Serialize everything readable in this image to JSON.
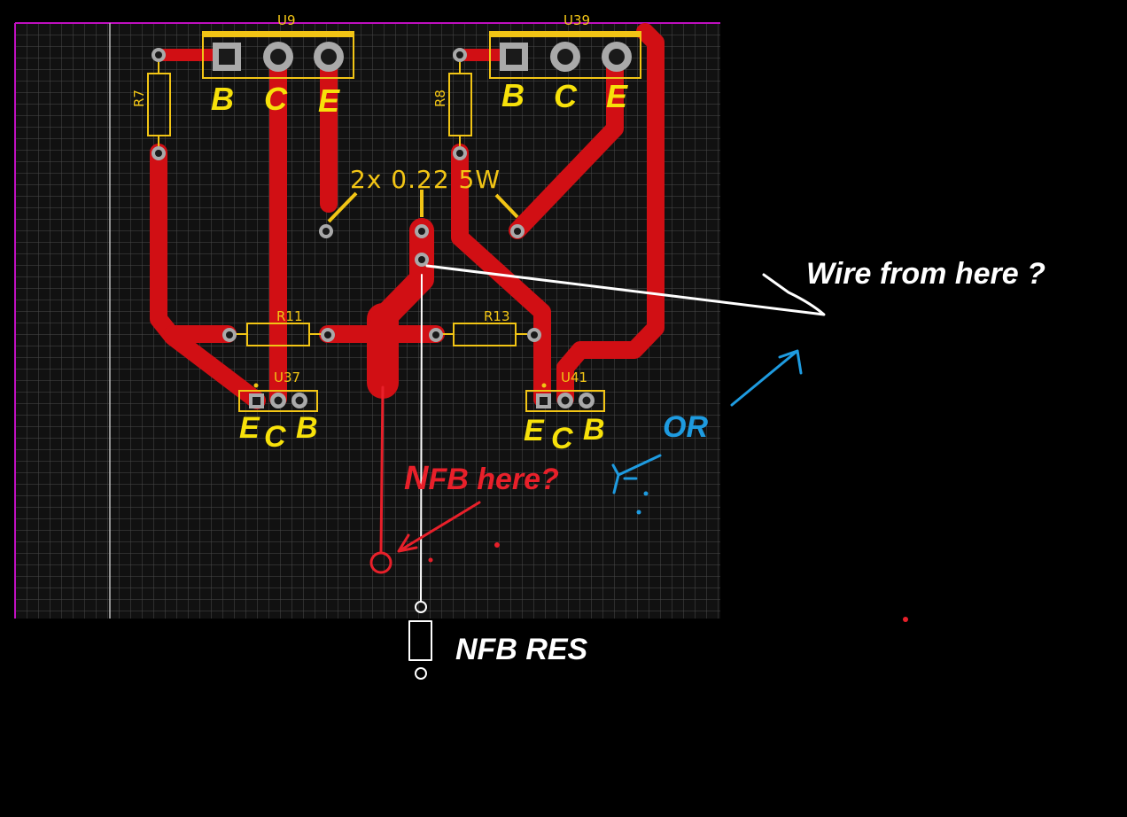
{
  "components": {
    "u9": {
      "ref": "U9",
      "pins": [
        "B",
        "C",
        "E"
      ]
    },
    "u39": {
      "ref": "U39",
      "pins": [
        "B",
        "C",
        "E"
      ]
    },
    "u37": {
      "ref": "U37",
      "pins": [
        "E",
        "C",
        "B"
      ]
    },
    "u41": {
      "ref": "U41",
      "pins": [
        "E",
        "C",
        "B"
      ]
    },
    "r7": {
      "ref": "R7"
    },
    "r8": {
      "ref": "R8"
    },
    "r11": {
      "ref": "R11"
    },
    "r13": {
      "ref": "R13"
    },
    "emitter_resistors": {
      "value": "2x 0.22 5W"
    }
  },
  "annotations": {
    "wire_question": "Wire from here ?",
    "nfb_question_first": "N",
    "nfb_question_rest": "FB  here?",
    "or_label": "OR",
    "nfb_res_label": "NFB  RES"
  },
  "colors": {
    "background": "#000000",
    "board_fill": "#111111",
    "grid": "#4a4a4a",
    "board_outline": "#c010c0",
    "copper_track": "#d10f14",
    "silkscreen": "#f2c515",
    "pin_label": "#f7e10a",
    "annotation_white": "#ffffff",
    "annotation_red": "#e8202a",
    "annotation_blue": "#1e9be0"
  }
}
